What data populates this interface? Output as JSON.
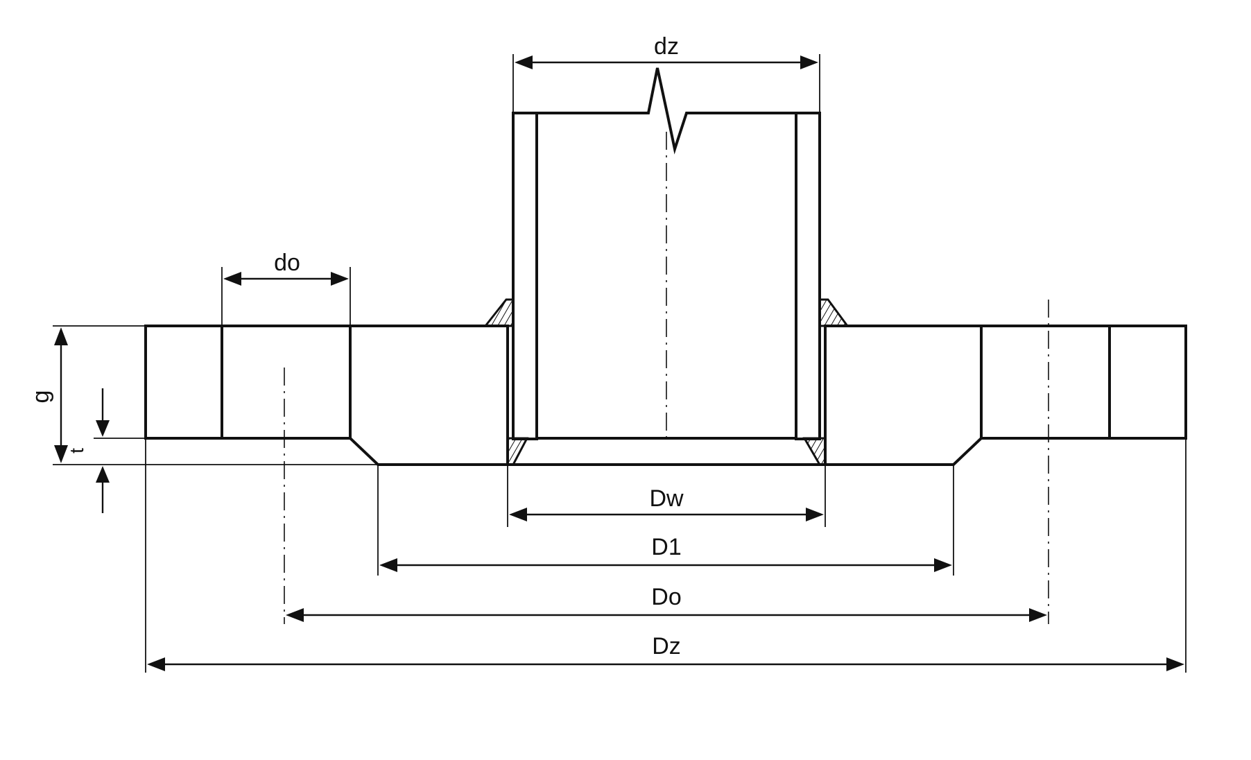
{
  "diagram": {
    "labels": {
      "dz": "dz",
      "do": "do",
      "g": "g",
      "t": "t",
      "Dw": "Dw",
      "D1": "D1",
      "Do": "Do",
      "Dz": "Dz"
    },
    "colors": {
      "ink": "#111111",
      "paper": "#ffffff"
    }
  }
}
